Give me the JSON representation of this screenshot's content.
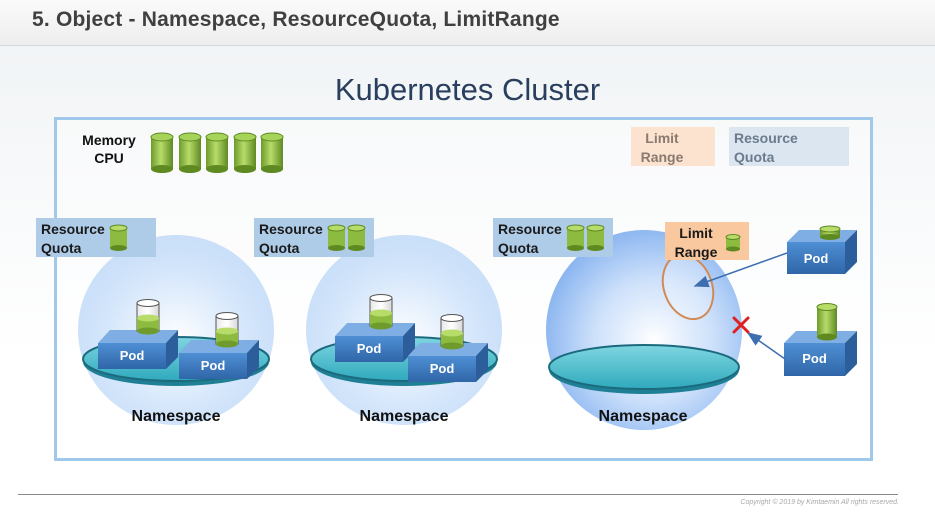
{
  "header": {
    "title": "5. Object - Namespace, ResourceQuota, LimitRange"
  },
  "cluster": {
    "title": "Kubernetes Cluster"
  },
  "resources": {
    "memory_label": "Memory",
    "cpu_label": "CPU"
  },
  "legend": {
    "limit_range": [
      "Limit",
      "Range"
    ],
    "resource_quota": [
      "Resource",
      "Quota"
    ]
  },
  "namespaces": [
    {
      "quota_label": [
        "Resource",
        "Quota"
      ],
      "name": "Namespace",
      "pods": [
        "Pod",
        "Pod"
      ]
    },
    {
      "quota_label": [
        "Resource",
        "Quota"
      ],
      "name": "Namespace",
      "pods": [
        "Pod",
        "Pod"
      ]
    },
    {
      "quota_label": [
        "Resource",
        "Quota"
      ],
      "limit_label": [
        "Limit",
        "Range"
      ],
      "name": "Namespace",
      "incoming_pods": [
        "Pod",
        "Pod"
      ]
    }
  ],
  "footer": {
    "copyright": "Copyright © 2019 by Kimtaemin All rights reserved."
  },
  "colors": {
    "cylinder_green": "#8dbb3f",
    "pod_blue": "#3f7cc0",
    "reject_red": "#e02020",
    "cluster_border": "#9fc8ea"
  }
}
